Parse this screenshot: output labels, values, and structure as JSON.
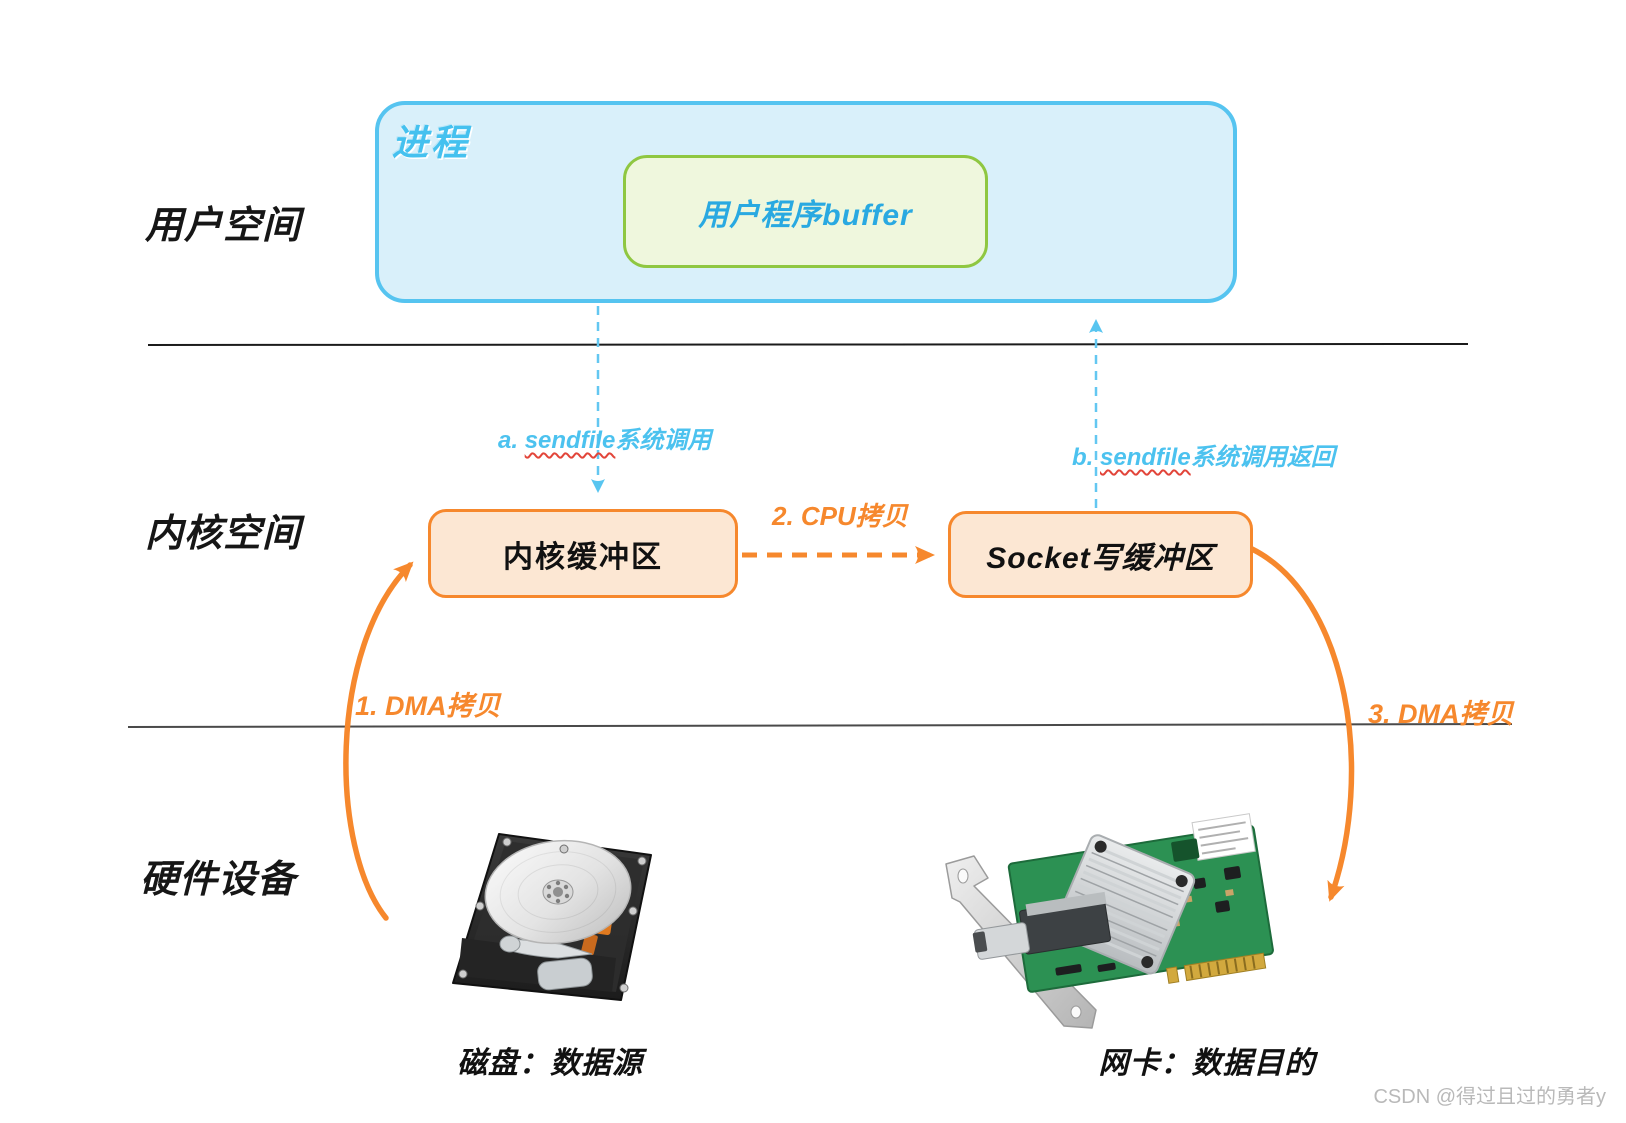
{
  "zones": {
    "user_space": "用户空间",
    "kernel_space": "内核空间",
    "hardware": "硬件设备"
  },
  "user_space": {
    "process_label": "进程",
    "buffer_label": "用户程序buffer"
  },
  "kernel_space": {
    "kernel_buffer_label": "内核缓冲区",
    "socket_buffer_label": "Socket写缓冲区"
  },
  "flows": {
    "syscall_a": {
      "prefix": "a. ",
      "keyword": "sendfile",
      "suffix": "系统调用"
    },
    "syscall_b": {
      "prefix": "b. ",
      "keyword": "sendfile",
      "suffix": "系统调用返回"
    },
    "cpu_copy": "2. CPU拷贝",
    "dma_copy_1": "1. DMA拷贝",
    "dma_copy_3": "3. DMA拷贝"
  },
  "hardware": {
    "disk_caption": "磁盘：数据源",
    "nic_caption": "网卡：数据目的"
  },
  "watermark": "CSDN @得过且过的勇者y",
  "colors": {
    "process_fill": "#d9f0fa",
    "process_border": "#56c4f0",
    "process_title_text": "#45c1ef",
    "buffer_fill": "#eff7dd",
    "buffer_border": "#8fc741",
    "buffer_text": "#29a9e1",
    "blue_label_text": "#4cc2ef",
    "blue_arrow": "#63c7f1",
    "squiggle_red": "#e2453a",
    "orange": "#f6882d",
    "orange_box_fill": "#fce7d3",
    "box_text": "#111111",
    "separator": "#2a2a2a",
    "watermark_text": "#b9b9b9"
  }
}
